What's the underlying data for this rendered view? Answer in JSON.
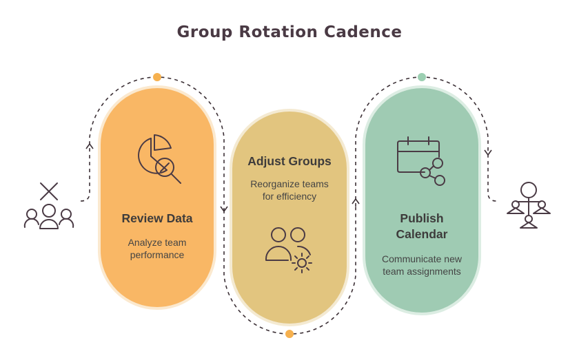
{
  "title": "Group Rotation Cadence",
  "steps": [
    {
      "heading": "Review Data",
      "description": [
        "Analyze team",
        "performance"
      ],
      "icon": "pie-chart-magnifier-icon",
      "color": "#f9b765"
    },
    {
      "heading": "Adjust Groups",
      "description": [
        "Reorganize teams",
        "for efficiency"
      ],
      "icon": "team-gear-icon",
      "color": "#e2c57f"
    },
    {
      "heading": [
        "Publish",
        "Calendar"
      ],
      "description": [
        "Communicate new",
        "team assignments"
      ],
      "icon": "calendar-share-icon",
      "color": "#9fcbb3"
    }
  ],
  "start_icon": "group-with-cross-icon",
  "end_icon": "hierarchy-people-icon",
  "colors": {
    "path": "#3b2f35",
    "dot_orange": "#f6b14f",
    "dot_green": "#9ccfb2",
    "icon_stroke": "#4a3a44"
  }
}
